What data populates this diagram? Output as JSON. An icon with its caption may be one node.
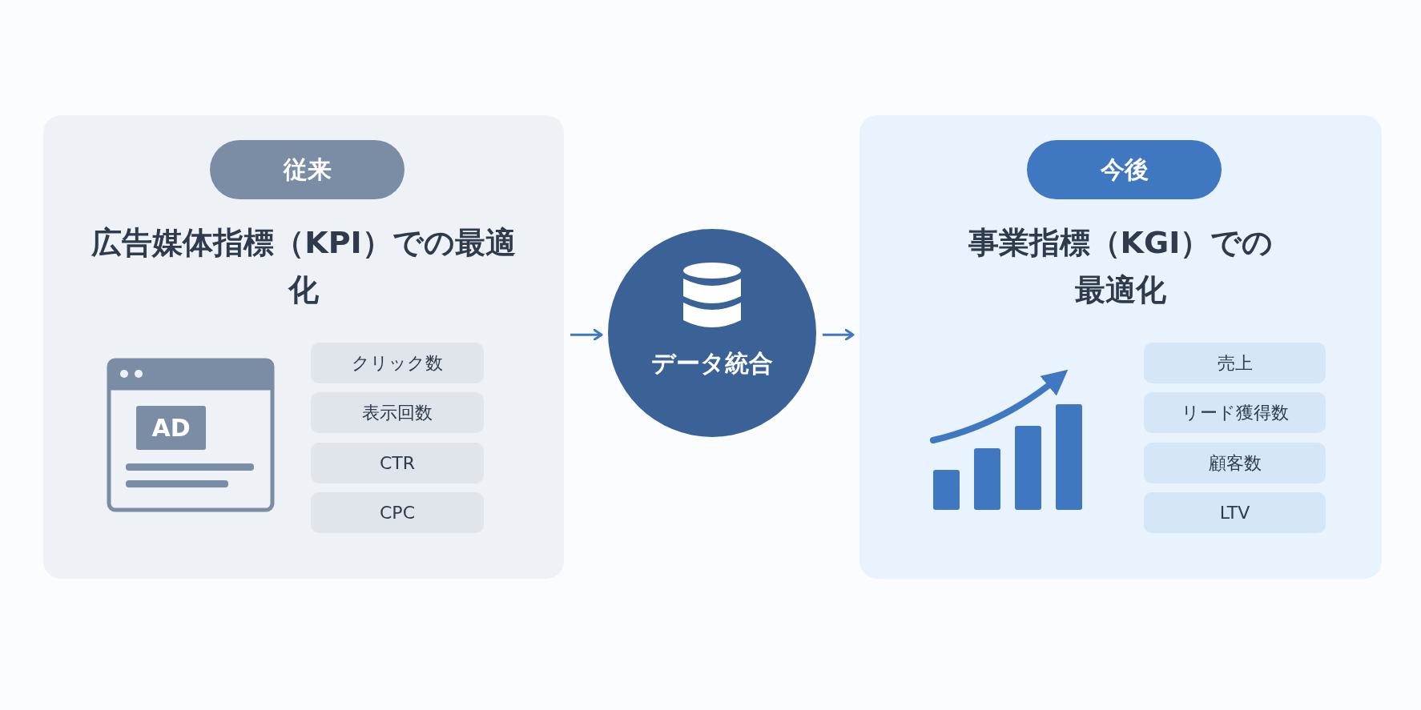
{
  "diagram": {
    "nodes": [
      {
        "text": [
          "広告媒体指標（KPI）での最適化"
        ]
      },
      {
        "text": [
          "従来"
        ],
        "in": 0
      },
      {
        "text": [
          "クリック数"
        ],
        "in": 0
      },
      {
        "text": [
          "表示回数"
        ],
        "in": 0
      },
      {
        "text": [
          "CTR"
        ],
        "in": 0
      },
      {
        "text": [
          "CPC"
        ],
        "in": 0
      },
      {
        "text": [
          "データ統合"
        ]
      },
      {
        "text": [
          "事業指標（KGI）での最適化"
        ]
      },
      {
        "text": [
          "今後"
        ],
        "in": 7
      },
      {
        "text": [
          "売上"
        ],
        "in": 7
      },
      {
        "text": [
          "リード獲得数"
        ],
        "in": 7
      },
      {
        "text": [
          "顧客数"
        ],
        "in": 7
      },
      {
        "text": [
          "LTV"
        ],
        "in": 7
      }
    ],
    "edges": [
      {
        "from": 0,
        "to": 6,
        "arrow": "to"
      },
      {
        "from": 6,
        "to": 7,
        "arrow": "to"
      }
    ],
    "labels": [
      "AD"
    ]
  }
}
